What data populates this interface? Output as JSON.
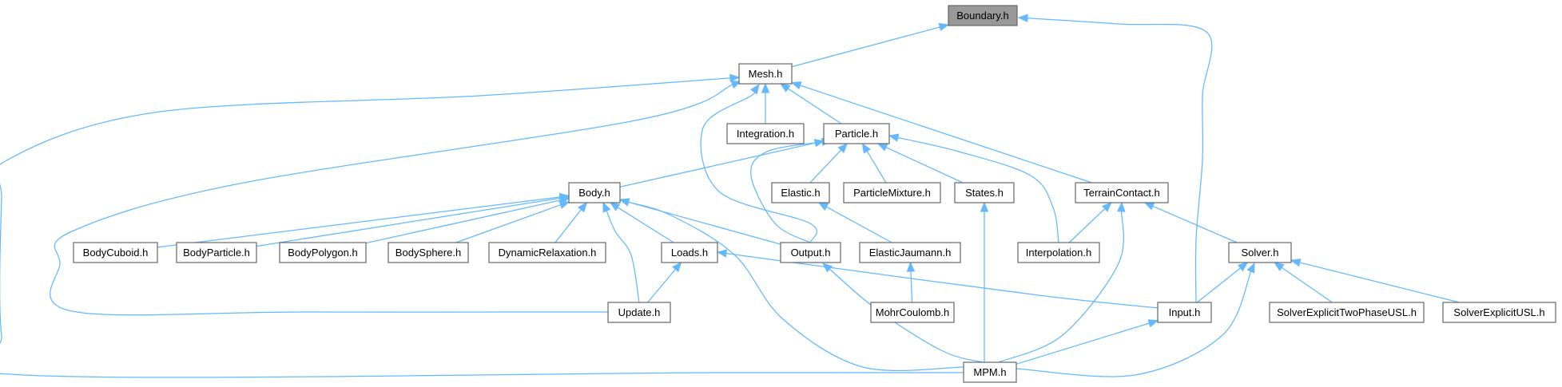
{
  "graph": {
    "title": "",
    "colors": {
      "edge": "#63b8ff",
      "node_border": "#666666",
      "node_fill": "#ffffff",
      "root_fill": "#999999",
      "text": "#000000"
    },
    "nodes": [
      {
        "id": "boundary",
        "label": "Boundary.h",
        "root": true
      },
      {
        "id": "mesh",
        "label": "Mesh.h"
      },
      {
        "id": "integration",
        "label": "Integration.h"
      },
      {
        "id": "particle",
        "label": "Particle.h"
      },
      {
        "id": "body",
        "label": "Body.h"
      },
      {
        "id": "elastic",
        "label": "Elastic.h"
      },
      {
        "id": "particlemixture",
        "label": "ParticleMixture.h"
      },
      {
        "id": "states",
        "label": "States.h"
      },
      {
        "id": "terraincontact",
        "label": "TerrainContact.h"
      },
      {
        "id": "bodycuboid",
        "label": "BodyCuboid.h"
      },
      {
        "id": "bodyparticle",
        "label": "BodyParticle.h"
      },
      {
        "id": "bodypolygon",
        "label": "BodyPolygon.h"
      },
      {
        "id": "bodysphere",
        "label": "BodySphere.h"
      },
      {
        "id": "dynamicrelaxation",
        "label": "DynamicRelaxation.h"
      },
      {
        "id": "loads",
        "label": "Loads.h"
      },
      {
        "id": "output",
        "label": "Output.h"
      },
      {
        "id": "elasticjaumann",
        "label": "ElasticJaumann.h"
      },
      {
        "id": "interpolation",
        "label": "Interpolation.h"
      },
      {
        "id": "solver",
        "label": "Solver.h"
      },
      {
        "id": "mohrcoulomb",
        "label": "MohrCoulomb.h"
      },
      {
        "id": "update",
        "label": "Update.h"
      },
      {
        "id": "input",
        "label": "Input.h"
      },
      {
        "id": "solverexplicittwophaseusl",
        "label": "SolverExplicitTwoPhaseUSL.h"
      },
      {
        "id": "solverexplicitusl",
        "label": "SolverExplicitUSL.h"
      },
      {
        "id": "mpm",
        "label": "MPM.h"
      }
    ],
    "edges": [
      {
        "from": "mesh",
        "to": "boundary"
      },
      {
        "from": "input",
        "to": "boundary"
      },
      {
        "from": "integration",
        "to": "mesh"
      },
      {
        "from": "particle",
        "to": "mesh"
      },
      {
        "from": "terraincontact",
        "to": "mesh"
      },
      {
        "from": "output",
        "to": "mesh"
      },
      {
        "from": "update",
        "to": "mesh"
      },
      {
        "from": "mpm",
        "to": "mesh"
      },
      {
        "from": "body",
        "to": "particle"
      },
      {
        "from": "elastic",
        "to": "particle"
      },
      {
        "from": "particlemixture",
        "to": "particle"
      },
      {
        "from": "states",
        "to": "particle"
      },
      {
        "from": "output",
        "to": "particle"
      },
      {
        "from": "interpolation",
        "to": "particle"
      },
      {
        "from": "bodycuboid",
        "to": "body"
      },
      {
        "from": "bodyparticle",
        "to": "body"
      },
      {
        "from": "bodypolygon",
        "to": "body"
      },
      {
        "from": "bodysphere",
        "to": "body"
      },
      {
        "from": "dynamicrelaxation",
        "to": "body"
      },
      {
        "from": "loads",
        "to": "body"
      },
      {
        "from": "output",
        "to": "body"
      },
      {
        "from": "update",
        "to": "body"
      },
      {
        "from": "mpm",
        "to": "body"
      },
      {
        "from": "elasticjaumann",
        "to": "elastic"
      },
      {
        "from": "mohrcoulomb",
        "to": "elasticjaumann"
      },
      {
        "from": "mpm",
        "to": "states"
      },
      {
        "from": "interpolation",
        "to": "terraincontact"
      },
      {
        "from": "solver",
        "to": "terraincontact"
      },
      {
        "from": "mpm",
        "to": "terraincontact"
      },
      {
        "from": "update",
        "to": "loads"
      },
      {
        "from": "input",
        "to": "loads"
      },
      {
        "from": "mpm",
        "to": "output"
      },
      {
        "from": "input",
        "to": "solver"
      },
      {
        "from": "solverexplicittwophaseusl",
        "to": "solver"
      },
      {
        "from": "solverexplicitusl",
        "to": "solver"
      },
      {
        "from": "mpm",
        "to": "solver"
      },
      {
        "from": "mpm",
        "to": "input"
      }
    ]
  }
}
